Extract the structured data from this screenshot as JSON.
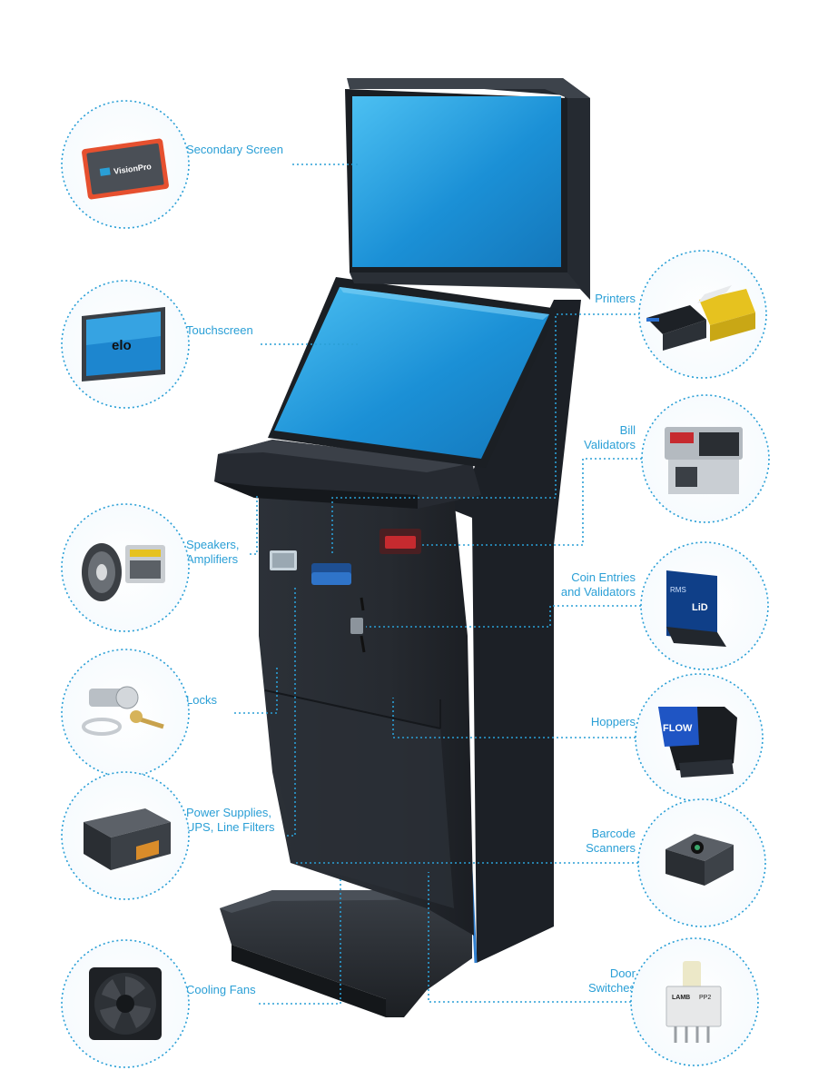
{
  "components": {
    "secondary_screen": {
      "label": "Secondary Screen",
      "icon": "vision-pro-monitor",
      "screen_brand": "VisionPro"
    },
    "touchscreen": {
      "label": "Touchscreen",
      "icon": "elo-touch-monitor",
      "screen_brand": "elo"
    },
    "speakers": {
      "lines": [
        "Speakers,",
        "Amplifiers"
      ],
      "icon": "speaker-amplifier"
    },
    "locks": {
      "label": "Locks",
      "icon": "cam-lock-keys"
    },
    "power": {
      "lines": [
        "Power Supplies,",
        "UPS, Line Filters"
      ],
      "icon": "power-supply"
    },
    "cooling": {
      "label": "Cooling Fans",
      "icon": "cooling-fan"
    },
    "printers": {
      "label": "Printers",
      "icon": "ticket-printer"
    },
    "bill": {
      "lines": [
        "Bill",
        "Validators"
      ],
      "icon": "bill-validator"
    },
    "coin": {
      "lines": [
        "Coin Entries",
        "and Validators"
      ],
      "icon": "coin-validator",
      "brand_marks": [
        "RMS",
        "LiD"
      ]
    },
    "hoppers": {
      "label": "Hoppers",
      "icon": "coin-hopper",
      "brand": "FLOW"
    },
    "barcode": {
      "lines": [
        "Barcode",
        "Scanners"
      ],
      "icon": "barcode-scanner"
    },
    "door": {
      "lines": [
        "Door",
        "Switches"
      ],
      "icon": "door-switch",
      "marks": [
        "LAMB",
        "PP2"
      ]
    }
  },
  "colors": {
    "accent": "#2a9fd6",
    "cabinet": "#22262c",
    "screen": "#1a8ed4",
    "screen_light": "#49b8ef",
    "edge_glow": "#2f7fd0"
  }
}
